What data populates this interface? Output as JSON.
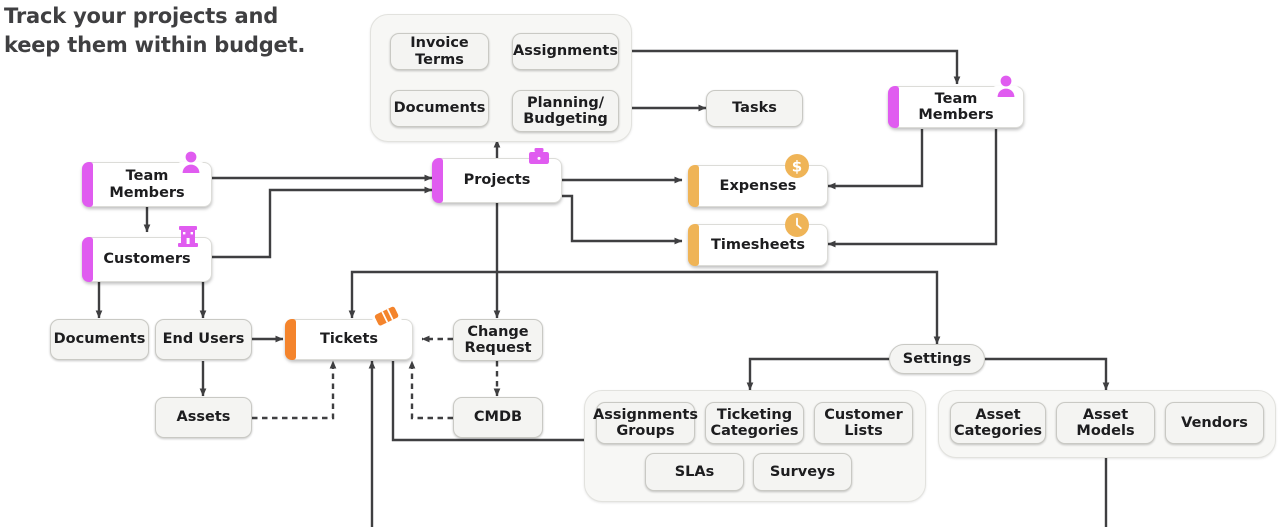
{
  "title": {
    "line1": "Track your projects and",
    "line2": "keep them  within budget."
  },
  "colors": {
    "purple_accent": "#e05cf0",
    "amber_accent": "#efb457",
    "orange_accent": "#f4842c",
    "edge": "#3f3f41",
    "node_fill": "#f4f4f2",
    "entity_fill": "#ffffff",
    "group_fill": "#f7f7f5",
    "text": "#1d1d1f",
    "title_text": "#3f3f41"
  },
  "nodes": {
    "invoice_terms": "Invoice Terms",
    "assignments": "Assignments",
    "documents_top": "Documents",
    "planning_budgeting": "Planning/\nBudgeting",
    "planning_line1": "Planning/",
    "planning_line2": "Budgeting",
    "tasks": "Tasks",
    "team_members_right": "Team Members",
    "team_members_left": "Team Members",
    "projects": "Projects",
    "expenses": "Expenses",
    "timesheets": "Timesheets",
    "customers": "Customers",
    "documents_left": "Documents",
    "end_users": "End Users",
    "tickets": "Tickets",
    "change_request_line1": "Change",
    "change_request_line2": "Request",
    "assets": "Assets",
    "cmdb": "CMDB",
    "settings": "Settings",
    "assignments_groups_line1": "Assignments",
    "assignments_groups_line2": "Groups",
    "ticketing_categories_line1": "Ticketing",
    "ticketing_categories_line2": "Categories",
    "customer_lists_line1": "Customer",
    "customer_lists_line2": "Lists",
    "slas": "SLAs",
    "surveys": "Surveys",
    "asset_categories_line1": "Asset",
    "asset_categories_line2": "Categories",
    "asset_models": "Asset Models",
    "vendors": "Vendors"
  },
  "icons": {
    "team_members_left": "person-icon",
    "team_members_right": "person-icon",
    "customers": "building-icon",
    "projects": "briefcase-icon",
    "expenses": "dollar-coin-icon",
    "timesheets": "clock-coin-icon",
    "tickets": "ticket-icon"
  },
  "diagram": {
    "edges": [
      {
        "from": "team_members_left",
        "to": "projects",
        "style": "solid"
      },
      {
        "from": "team_members_left",
        "to": "customers",
        "style": "solid"
      },
      {
        "from": "customers",
        "to": "projects",
        "style": "solid"
      },
      {
        "from": "customers",
        "to": "documents_left",
        "style": "solid"
      },
      {
        "from": "customers",
        "to": "end_users",
        "style": "solid"
      },
      {
        "from": "end_users",
        "to": "tickets",
        "style": "solid"
      },
      {
        "from": "end_users",
        "to": "assets",
        "style": "solid"
      },
      {
        "from": "assets",
        "to": "tickets",
        "style": "dashed"
      },
      {
        "from": "cmdb",
        "to": "tickets",
        "style": "dashed"
      },
      {
        "from": "change_request",
        "to": "tickets",
        "style": "dashed"
      },
      {
        "from": "change_request",
        "to": "cmdb",
        "style": "dashed"
      },
      {
        "from": "projects",
        "to": "top_group",
        "style": "solid"
      },
      {
        "from": "projects",
        "to": "expenses",
        "style": "solid"
      },
      {
        "from": "projects",
        "to": "timesheets",
        "style": "solid"
      },
      {
        "from": "projects",
        "to": "tickets",
        "style": "solid"
      },
      {
        "from": "projects",
        "to": "change_request",
        "style": "solid"
      },
      {
        "from": "projects",
        "to": "settings",
        "style": "solid"
      },
      {
        "from": "planning_budgeting",
        "to": "assignments",
        "style": "solid"
      },
      {
        "from": "planning_budgeting",
        "to": "tasks",
        "style": "solid"
      },
      {
        "from": "assignments",
        "to": "team_members_right",
        "style": "solid"
      },
      {
        "from": "team_members_right",
        "to": "expenses",
        "style": "solid"
      },
      {
        "from": "team_members_right",
        "to": "timesheets",
        "style": "solid"
      },
      {
        "from": "settings",
        "to": "ticketing_settings_group",
        "style": "solid"
      },
      {
        "from": "settings",
        "to": "asset_settings_group",
        "style": "solid"
      },
      {
        "from": "asset_models",
        "to": "tickets",
        "style": "solid"
      },
      {
        "from": "ticketing_settings_group",
        "to": "tickets",
        "style": "solid"
      }
    ]
  }
}
